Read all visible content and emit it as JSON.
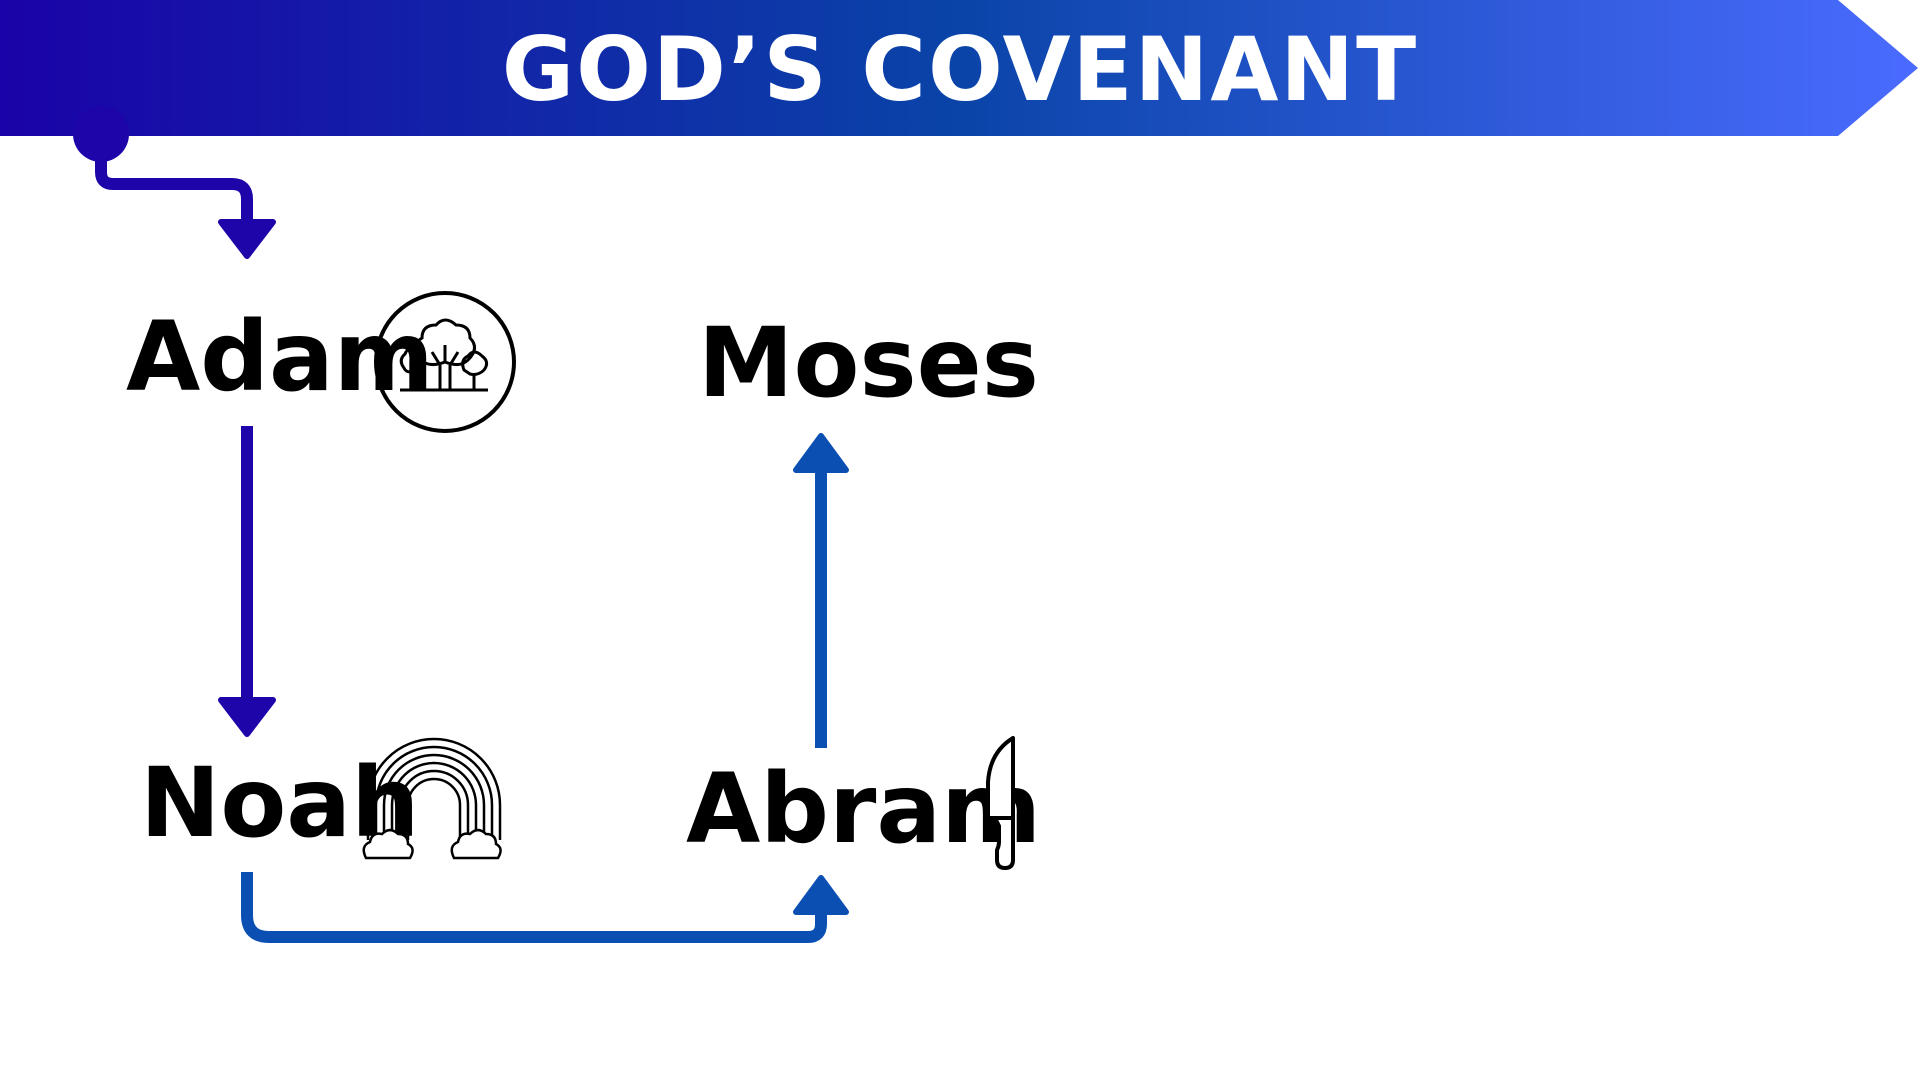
{
  "title": "GOD’S COVENANT",
  "colors": {
    "banner_start": "#1a03a8",
    "banner_mid": "#0a44a8",
    "banner_end": "#4a6bff",
    "arrow_dark": "#1e05aa",
    "arrow_blue": "#0b4fb3",
    "label": "#000000",
    "background": "#ffffff"
  },
  "nodes": [
    {
      "id": "adam",
      "label": "Adam",
      "icon": "tree-icon"
    },
    {
      "id": "noah",
      "label": "Noah",
      "icon": "rainbow-icon"
    },
    {
      "id": "abram",
      "label": "Abram",
      "icon": "knife-icon"
    },
    {
      "id": "moses",
      "label": "Moses",
      "icon": ""
    }
  ],
  "edges": [
    {
      "from": "start",
      "to": "adam"
    },
    {
      "from": "adam",
      "to": "noah"
    },
    {
      "from": "noah",
      "to": "abram"
    },
    {
      "from": "abram",
      "to": "moses"
    }
  ]
}
